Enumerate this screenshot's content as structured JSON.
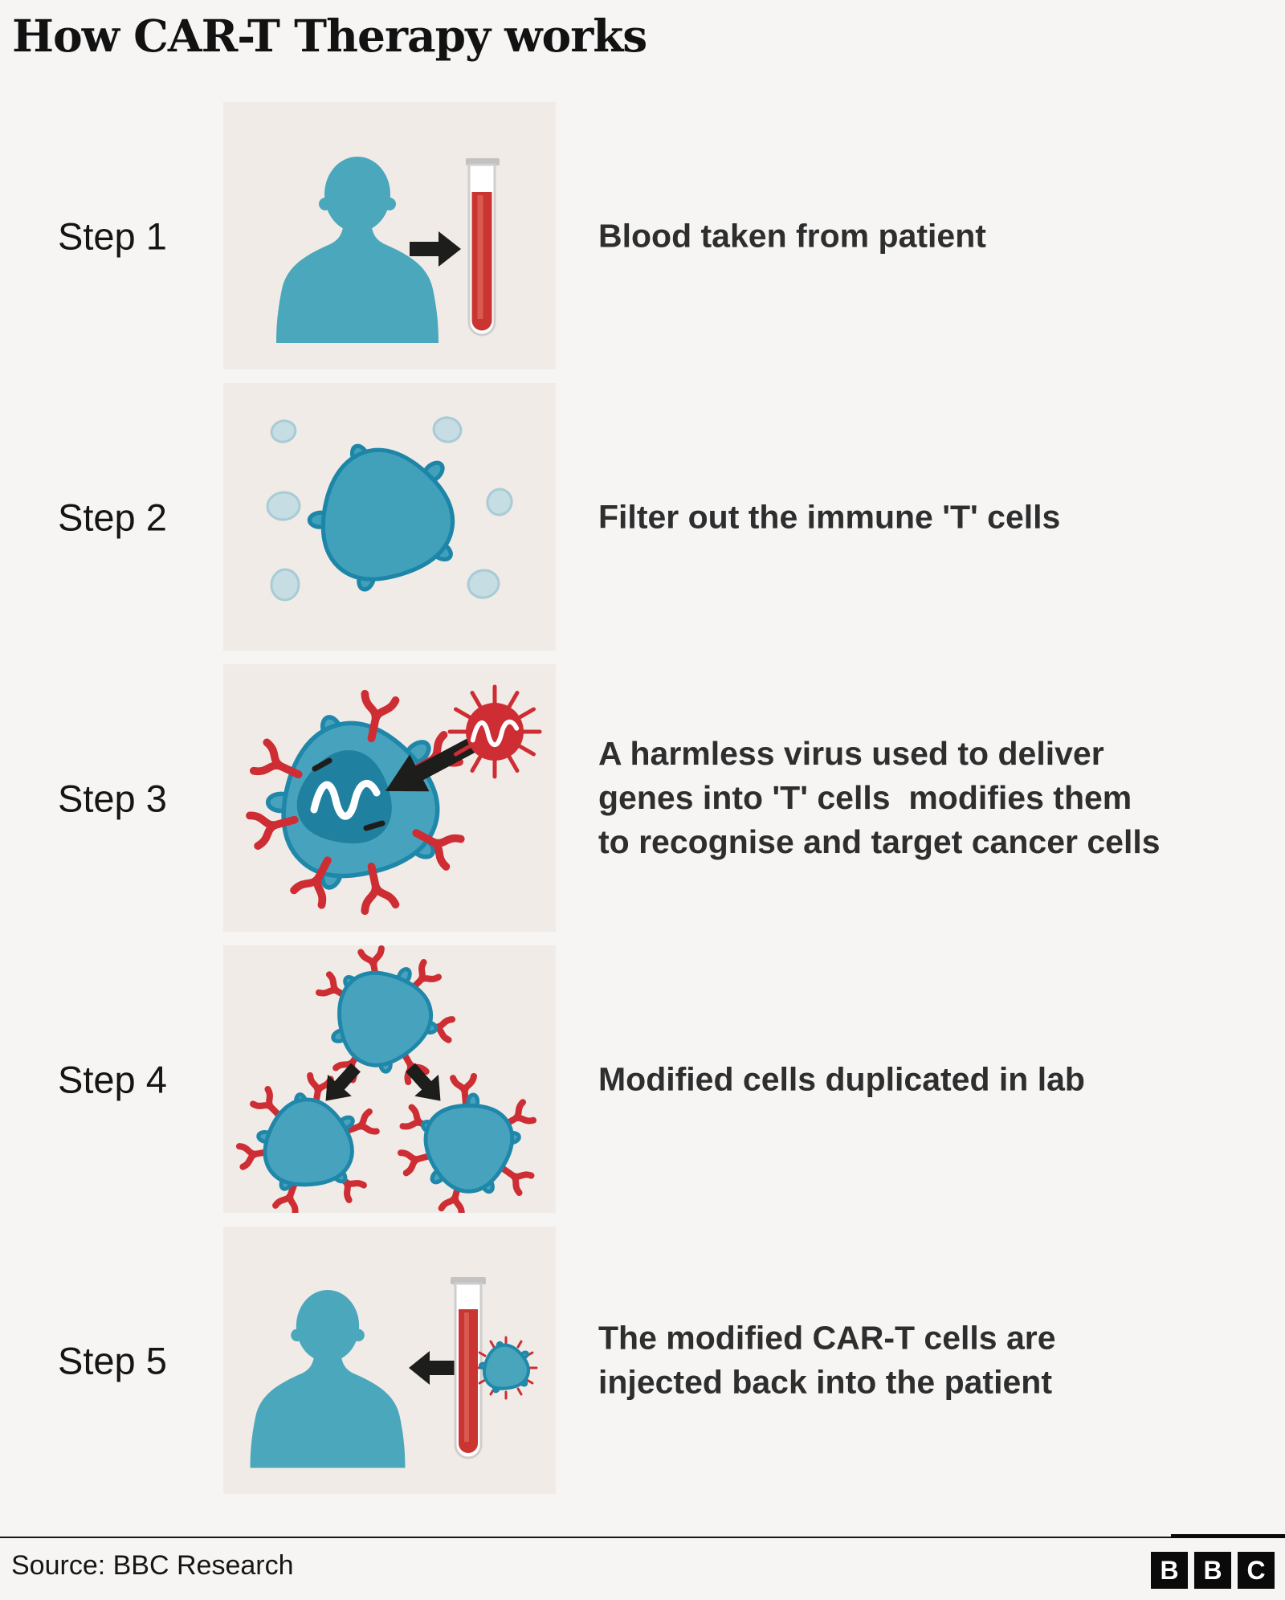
{
  "title": "How CAR-T Therapy works",
  "steps": [
    {
      "label": "Step 1",
      "description": "Blood taken from patient",
      "icon": "patient-blood-draw"
    },
    {
      "label": "Step 2",
      "description": "Filter out the immune 'T' cells",
      "icon": "t-cell-filtering"
    },
    {
      "label": "Step 3",
      "description": "A harmless virus used to deliver\ngenes into 'T' cells  modifies them\nto recognise and target cancer cells",
      "icon": "virus-gene-delivery"
    },
    {
      "label": "Step 4",
      "description": "Modified cells duplicated in lab",
      "icon": "cell-duplication"
    },
    {
      "label": "Step 5",
      "description": "The modified CAR-T cells are\ninjected back into the patient",
      "icon": "cells-reinjected-into-patient"
    }
  ],
  "footer": {
    "source": "Source: BBC Research",
    "logo_letters": [
      "B",
      "B",
      "C"
    ]
  },
  "colors": {
    "page_bg": "#f6f5f4",
    "panel_bg": "#f0ebe6",
    "teal": "#4aa6ba",
    "teal_outline": "#1f86a8",
    "nucleus_teal": "#20809f",
    "red": "#cd2d33",
    "blood_red": "#cb3531",
    "arrow_black": "#1d1d1b",
    "light_cell_fill": "#c5dde3",
    "light_cell_stroke": "#a8cbd5",
    "text": "#2e2e2e"
  }
}
